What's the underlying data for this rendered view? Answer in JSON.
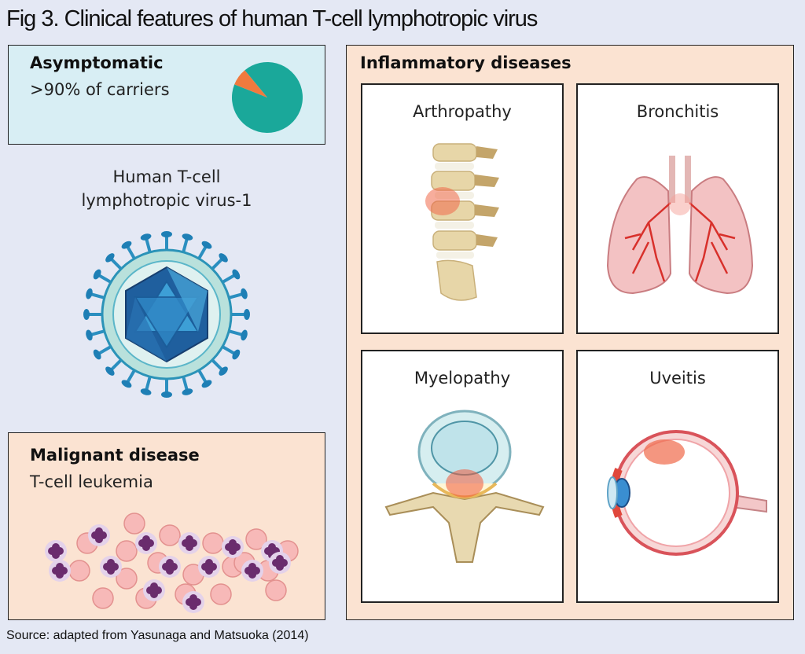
{
  "title": "Fig 3. Clinical features of human T-cell lymphotropic virus",
  "asymptomatic": {
    "heading": "Asymptomatic",
    "text": ">90% of carriers",
    "pie": {
      "main_fraction": 0.92,
      "main_color": "#1aa89a",
      "minor_color": "#f07a3e"
    }
  },
  "virus": {
    "label_line1": "Human T-cell",
    "label_line2": "lymphotropic virus-1"
  },
  "malignant": {
    "heading": "Malignant disease",
    "text": "T-cell leukemia"
  },
  "inflammatory": {
    "heading": "Inflammatory diseases",
    "panels": [
      {
        "label": "Arthropathy",
        "icon": "spine-icon"
      },
      {
        "label": "Bronchitis",
        "icon": "lungs-icon"
      },
      {
        "label": "Myelopathy",
        "icon": "vertebra-icon"
      },
      {
        "label": "Uveitis",
        "icon": "eye-icon"
      }
    ]
  },
  "source": "Source: adapted from Yasunaga and Matsuoka (2014)"
}
